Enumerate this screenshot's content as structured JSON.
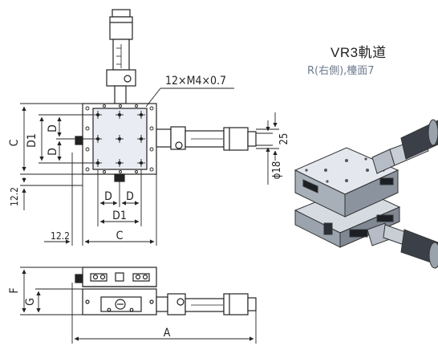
{
  "heading": {
    "title": "VR3軌道",
    "subtitle": "R(右側),檯面7"
  },
  "labels": {
    "screw_spec": "12×M4×0.7",
    "C": "C",
    "D1": "D1",
    "D": "D",
    "dim_25": "25",
    "phi18": "ϕ18",
    "dim_12_2": "12.2",
    "F": "F",
    "G": "G",
    "A": "A"
  },
  "colors": {
    "line": "#222222",
    "subtitle": "#6d7b8f",
    "body_fill": "#e9edf3"
  }
}
